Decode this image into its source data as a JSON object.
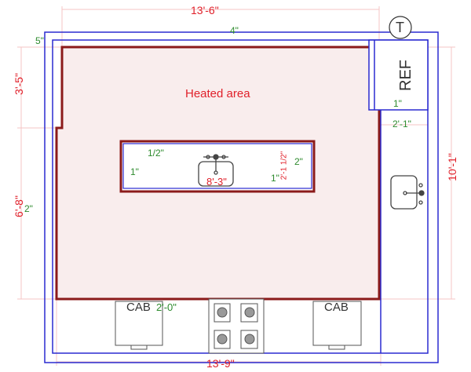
{
  "room": {
    "label": "Heated area"
  },
  "dimensions": {
    "top_width": "13'-6\"",
    "bottom_width": "13'-9\"",
    "left_upper": "3'-5\"",
    "left_lower": "6'-8\"",
    "right_height": "10'-1\"",
    "island_width": "8'-3\"",
    "island_depth": "2'-1 1/2\""
  },
  "offsets": {
    "top_left": "5\"",
    "top": "4\"",
    "left": "2\"",
    "island_top": "1/2\"",
    "island_left": "1\"",
    "island_right_inner": "1\"",
    "island_right": "2\"",
    "ref_bottom": "1\"",
    "right_counter": "2'-1\"",
    "cab_gap": "2'-0\""
  },
  "fixtures": {
    "refrigerator": "REF",
    "thermostat": "T",
    "cabinet_left": "CAB",
    "cabinet_right": "CAB"
  },
  "colors": {
    "wall": "#8b1a1a",
    "counter": "#2a2ad0",
    "fill": "#f9eded",
    "dim": "#f4b8b8"
  }
}
